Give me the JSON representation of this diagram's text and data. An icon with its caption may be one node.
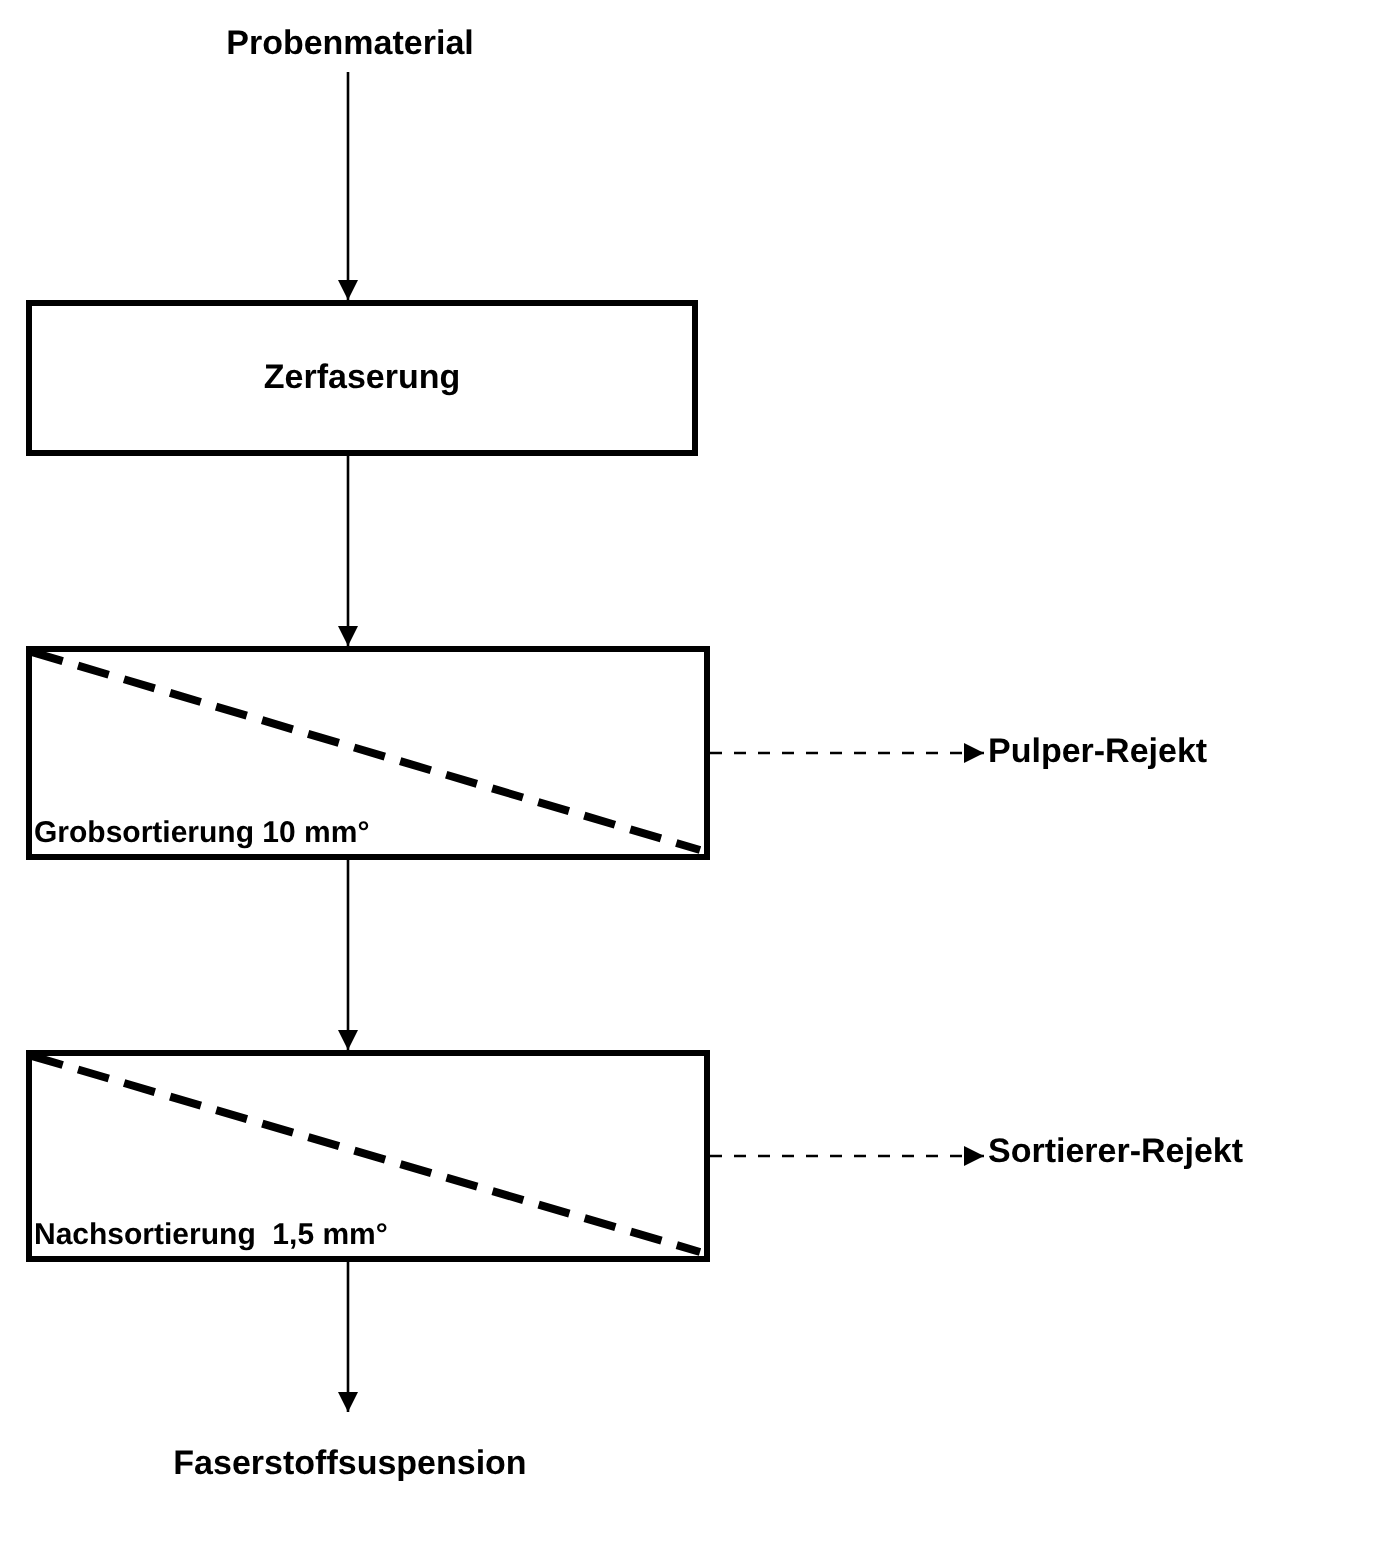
{
  "diagram": {
    "nodes": [
      {
        "text": [
          "Probenmaterial"
        ]
      },
      {
        "text": [
          "Zerfaserung"
        ]
      },
      {
        "text": [
          "Grobsortierung 10 mm°"
        ]
      },
      {
        "text": [
          "Pulper-Rejekt"
        ]
      },
      {
        "text": [
          "Nachsortierung  1,5 mm°"
        ]
      },
      {
        "text": [
          "Sortierer-Rejekt"
        ]
      },
      {
        "text": [
          "Faserstoffsuspension"
        ]
      }
    ],
    "edges": [
      {
        "from": 0,
        "to": 1,
        "arrow": "to"
      },
      {
        "from": 1,
        "to": 2,
        "arrow": "to"
      },
      {
        "from": 2,
        "to": 3,
        "arrow": "to",
        "style": "dashed"
      },
      {
        "from": 2,
        "to": 4,
        "arrow": "to"
      },
      {
        "from": 4,
        "to": 5,
        "arrow": "to",
        "style": "dashed"
      },
      {
        "from": 4,
        "to": 6,
        "arrow": "to"
      }
    ]
  }
}
